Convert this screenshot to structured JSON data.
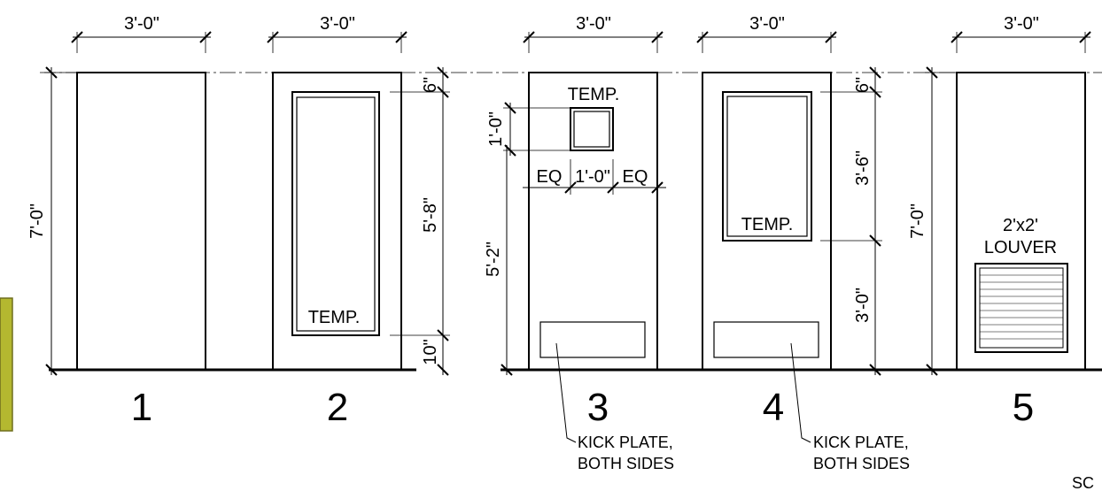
{
  "colors": {
    "line": "#000000",
    "background": "#ffffff",
    "side_tab_fill": "#b4b830",
    "side_tab_stroke": "#6e6e1e"
  },
  "doors": [
    {
      "number": "1",
      "width_label": "3'-0\"",
      "height_label": "7'-0\""
    },
    {
      "number": "2",
      "width_label": "3'-0\"",
      "glass_label": "TEMP.",
      "top_dim": "6\"",
      "glass_dim": "5'-8\"",
      "bottom_dim": "10\""
    },
    {
      "number": "3",
      "width_label": "3'-0\"",
      "glass_label": "TEMP.",
      "vision_dim": "1'-0\"",
      "eq_left": "EQ",
      "eq_mid": "1'-0\"",
      "eq_right": "EQ",
      "sill_dim": "5'-2\"",
      "note_line1": "KICK PLATE,",
      "note_line2": "BOTH SIDES"
    },
    {
      "number": "4",
      "width_label": "3'-0\"",
      "glass_label": "TEMP.",
      "top_dim": "6\"",
      "glass_dim": "3'-6\"",
      "bottom_dim": "3'-0\"",
      "note_line1": "KICK PLATE,",
      "note_line2": "BOTH SIDES"
    },
    {
      "number": "5",
      "width_label": "3'-0\"",
      "height_label": "7'-0\"",
      "louver_line1": "2'x2'",
      "louver_line2": "LOUVER"
    }
  ],
  "corner_text": "SC"
}
